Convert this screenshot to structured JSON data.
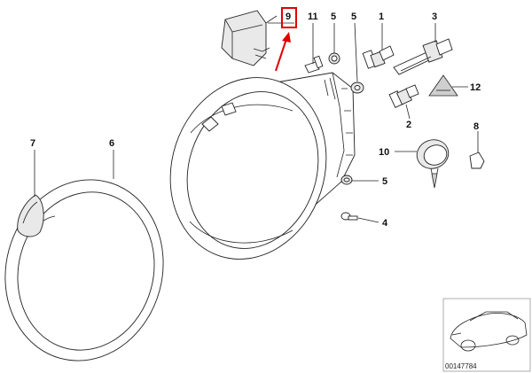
{
  "callouts": {
    "p1": "1",
    "p2": "2",
    "p3": "3",
    "p4": "4",
    "p5a": "5",
    "p5b": "5",
    "p5c": "5",
    "p6": "6",
    "p7": "7",
    "p8": "8",
    "p9": "9",
    "p10": "10",
    "p11": "11",
    "p12": "12"
  },
  "highlight": {
    "color": "#e00000",
    "part": "9"
  },
  "diagram_number": "00147784"
}
